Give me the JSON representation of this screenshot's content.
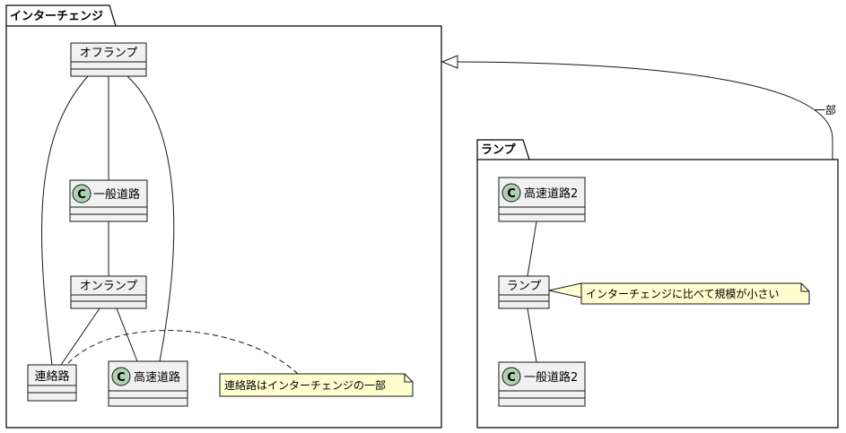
{
  "packages": {
    "interchange": {
      "title": "インターチェンジ"
    },
    "ramp": {
      "title": "ランプ"
    }
  },
  "nodes": {
    "off_ramp": "オフランプ",
    "general_road": "一般道路",
    "on_ramp": "オンランプ",
    "connector": "連絡路",
    "highway": "高速道路",
    "highway2": "高速道路2",
    "ramp": "ランプ",
    "general_road2": "一般道路2"
  },
  "class_marker": "C",
  "notes": {
    "connector_note": "連絡路はインターチェンジの一部",
    "ramp_note": "インターチェンジに比べて規模が小さい"
  },
  "relation_label": "一部",
  "colors": {
    "box_fill": "#f1f1f1",
    "border": "#181818",
    "note_fill": "#fefece",
    "class_circle": "#add1b2"
  }
}
